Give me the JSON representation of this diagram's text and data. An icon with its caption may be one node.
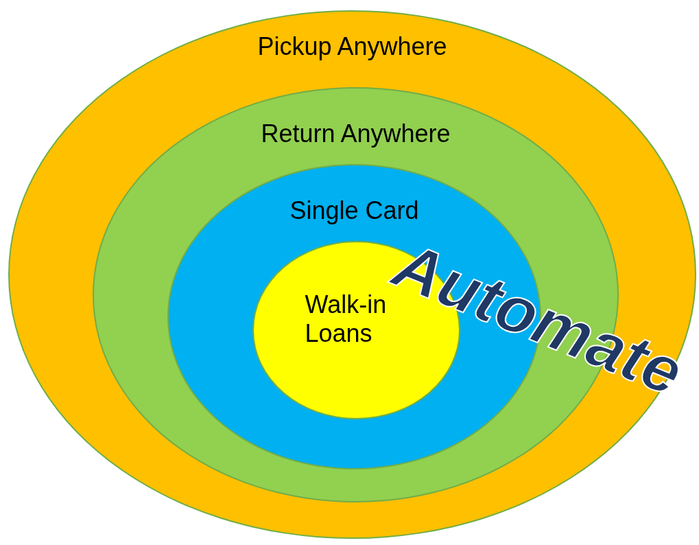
{
  "diagram": {
    "nodes": [
      {
        "text": [
          "Pickup Anywhere"
        ]
      },
      {
        "text": [
          "Return Anywhere"
        ],
        "in": 0
      },
      {
        "text": [
          "Single Card"
        ],
        "in": 1
      },
      {
        "text": [
          "Walk-in Loans"
        ],
        "in": 2
      }
    ],
    "labels": [
      "Automate"
    ]
  }
}
